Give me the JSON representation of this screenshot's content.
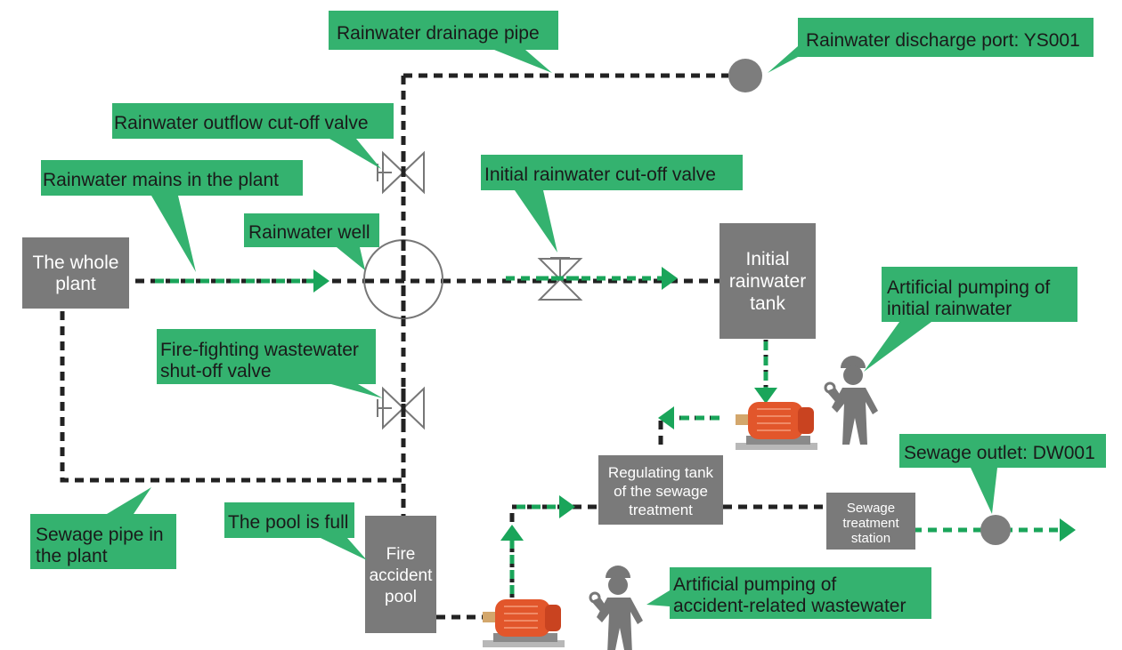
{
  "colors": {
    "background": "#ffffff",
    "callout_green": "#34b26f",
    "flow_green": "#1aa55a",
    "pipe_dash": "#222222",
    "box_gray": "#7a7a7a",
    "port_gray": "#7d7d7d",
    "valve_gray": "#777777",
    "motor_red": "#e2562b",
    "person_gray": "#777777"
  },
  "boxes": {
    "whole_plant": "The whole\nplant",
    "initial_tank": "Initial\nrainwater\ntank",
    "regulating_tank": "Regulating tank\nof the sewage\ntreatment",
    "sewage_station": "Sewage\ntreatment\nstation",
    "fire_pool": "Fire\naccident\npool"
  },
  "callouts": {
    "drainage_pipe": "Rainwater drainage pipe",
    "discharge_port": "Rainwater discharge port: YS001",
    "outflow_valve": "Rainwater outflow cut-off valve",
    "mains": "Rainwater mains in the plant",
    "initial_valve": "Initial rainwater cut-off valve",
    "well": "Rainwater well",
    "pumping_initial": "Artificial pumping of\ninitial rainwater",
    "fire_valve": "Fire-fighting wastewater\nshut-off valve",
    "sewage_outlet": "Sewage outlet: DW001",
    "sewage_pipe": "Sewage pipe in\nthe plant",
    "pool_full": "The pool is full",
    "pumping_accident": "Artificial pumping of\naccident-related wastewater"
  },
  "icons": [
    "valve-icon",
    "motor-pump-icon",
    "worker-with-wrench-icon",
    "rainwater-well-icon",
    "discharge-port-icon",
    "flow-arrow-icon"
  ]
}
